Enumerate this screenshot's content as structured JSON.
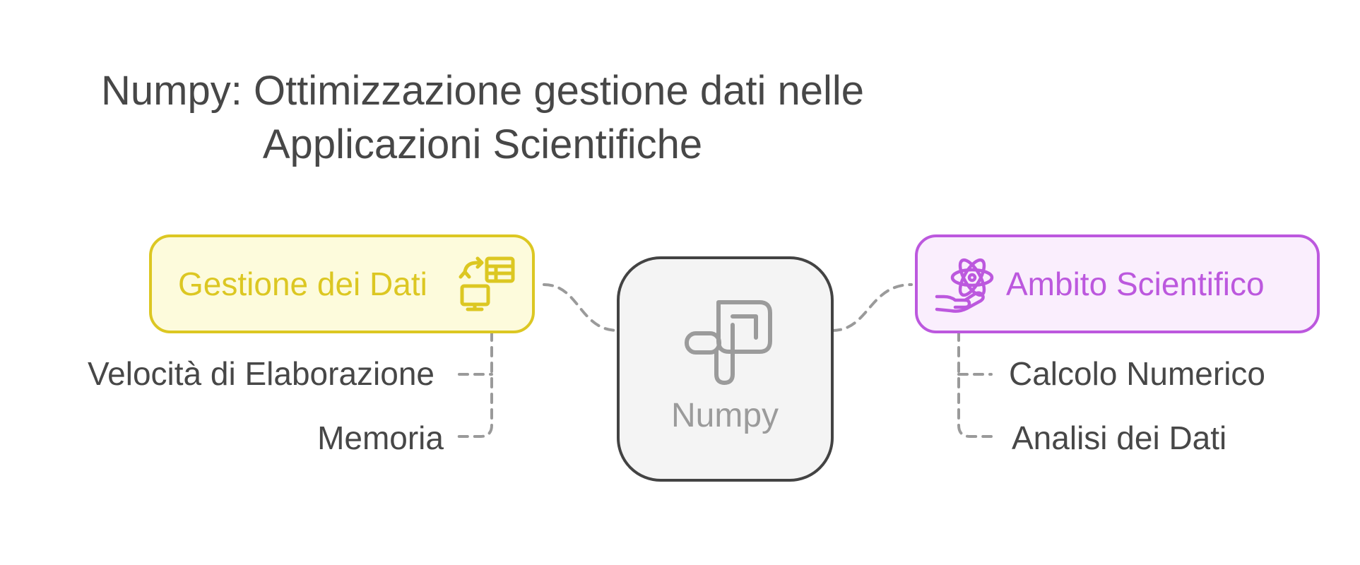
{
  "title": {
    "line1": "Numpy: Ottimizzazione gestione dati nelle",
    "line2": "Applicazioni Scientifiche"
  },
  "center": {
    "label": "Numpy",
    "icon": "numpy-logo-icon"
  },
  "left_node": {
    "label": "Gestione dei Dati",
    "icon": "data-transfer-table-monitor-icon",
    "color": "#dcc722",
    "fill": "#fdfbdc",
    "items": [
      "Velocità di Elaborazione",
      "Memoria"
    ]
  },
  "right_node": {
    "label": "Ambito Scientifico",
    "icon": "atom-hand-icon",
    "color": "#bc58de",
    "fill": "#faeefd",
    "items": [
      "Calcolo Numerico",
      "Analisi dei Dati"
    ]
  },
  "colors": {
    "text": "#474747",
    "connector": "#9a9a9a",
    "center_border": "#434343",
    "center_fill": "#f4f4f4",
    "center_label": "#9b9b9b"
  }
}
